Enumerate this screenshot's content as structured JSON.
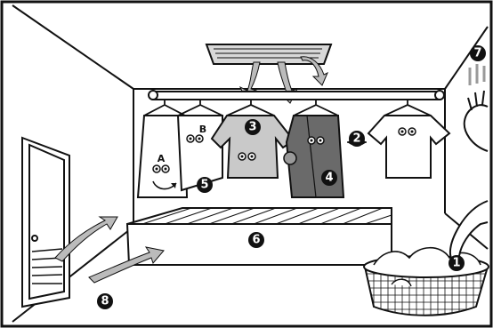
{
  "letters": {
    "a": "A",
    "b": "B"
  },
  "markers": {
    "m1": "1",
    "m2": "2",
    "m3": "3",
    "m4": "4",
    "m5": "5",
    "m6": "6",
    "m7": "7",
    "m8": "8"
  },
  "colors": {
    "ink": "#111111",
    "paper": "#ffffff",
    "gray_light": "#c9c9c9",
    "gray_mid": "#9a9a9a",
    "gray_dark": "#6a6a6a"
  }
}
